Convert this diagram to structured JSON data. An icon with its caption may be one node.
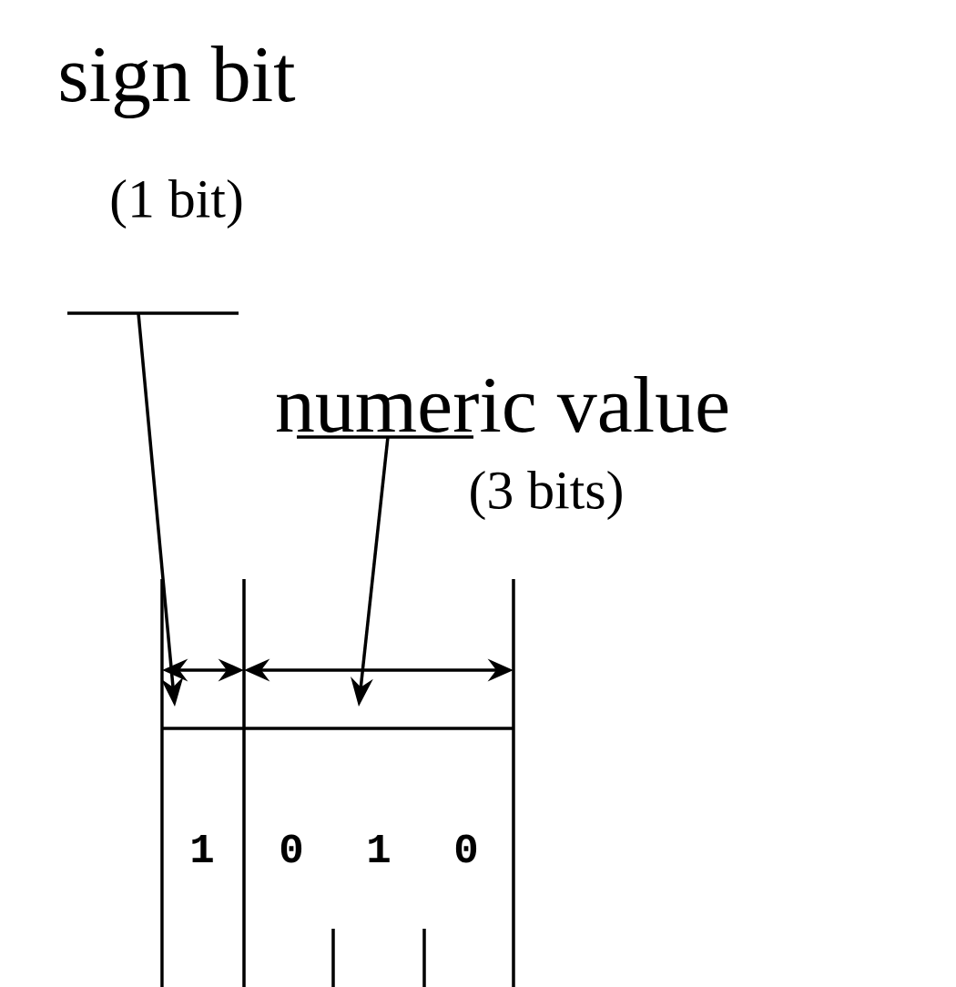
{
  "diagram": {
    "nodes": [
      {
        "text": [
          "sign bit",
          "(1 bit)"
        ]
      },
      {
        "text": [
          "numeric value",
          "(3 bits)"
        ]
      }
    ],
    "edges": [
      {
        "from": 0,
        "to": null,
        "arrow": "to"
      },
      {
        "from": 1,
        "to": null,
        "arrow": "to"
      }
    ],
    "labels": [
      "1",
      "0",
      "1",
      "0"
    ]
  }
}
